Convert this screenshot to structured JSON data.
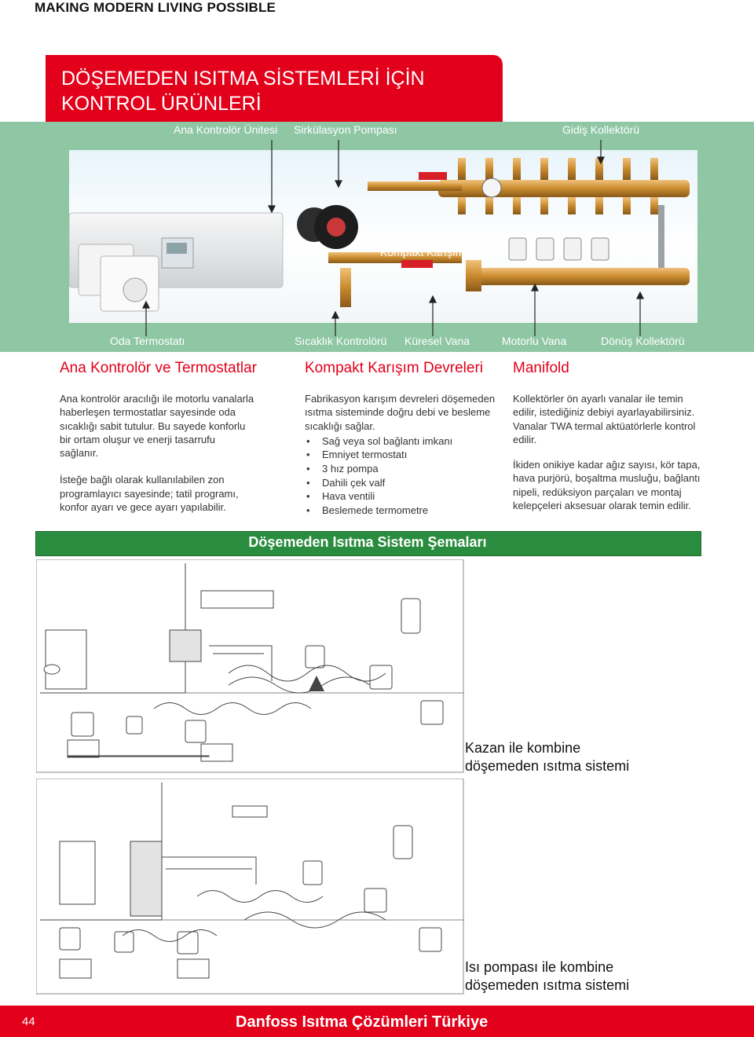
{
  "header": {
    "tagline": "MAKING MODERN LIVING POSSIBLE"
  },
  "banner": {
    "title_line1": "DÖŞEMEDEN ISITMA SİSTEMLERİ İÇİN",
    "title_line2": "KONTROL ÜRÜNLERİ"
  },
  "photo_labels": {
    "top": [
      "Ana Kontrolör Ünitesi",
      "Sirkülasyon Pompası",
      "Gidiş Kollektörü"
    ],
    "middle": "Kompakt Karışım Devresi",
    "bottom": [
      "Oda Termostatı",
      "Sıcaklık Kontrolörü",
      "Küresel Vana",
      "Motorlu Vana",
      "Dönüş Kollektörü"
    ]
  },
  "columns": {
    "left": {
      "title": "Ana Kontrolör ve Termostatlar",
      "p1": "Ana kontrolör aracılığı ile motorlu vanalarla haberleşen termostatlar sayesinde oda sıcaklığı sabit tutulur. Bu sayede konforlu bir ortam oluşur ve enerji tasarrufu sağlanır.",
      "p2": "İsteğe bağlı olarak kullanılabilen zon programlayıcı sayesinde; tatil programı, konfor ayarı ve gece ayarı yapılabilir."
    },
    "middle": {
      "title": "Kompakt Karışım Devreleri",
      "intro": "Fabrikasyon karışım devreleri döşemeden ısıtma sisteminde doğru debi ve besleme sıcaklığı sağlar.",
      "bullets": [
        "Sağ veya sol bağlantı imkanı",
        "Emniyet termostatı",
        "3 hız pompa",
        "Dahili çek valf",
        "Hava ventili",
        "Beslemede termometre"
      ]
    },
    "right": {
      "title": "Manifold",
      "p1": "Kollektörler ön ayarlı vanalar ile temin edilir, istediğiniz debiyi ayarlayabilirsiniz. Vanalar TWA termal aktüatörlerle kontrol edilir.",
      "p2": "İkiden onikiye kadar ağız sayısı, kör tapa, hava purjörü, boşaltma musluğu, bağlantı nipeli, redüksiyon parçaları ve montaj kelepçeleri aksesuar olarak temin edilir."
    }
  },
  "schema": {
    "title": "Döşemeden Isıtma Sistem Şemaları",
    "diagram1_label_l1": "Kazan ile kombine",
    "diagram1_label_l2": "döşemeden ısıtma sistemi",
    "diagram2_label_l1": "Isı pompası ile kombine",
    "diagram2_label_l2": "döşemeden ısıtma sistemi"
  },
  "footer": {
    "page_number": "44",
    "title": "Danfoss Isıtma Çözümleri Türkiye"
  },
  "colors": {
    "brand_red": "#e2001a",
    "band_green": "#8fc7a5",
    "bar_green": "#2a8c3e"
  }
}
